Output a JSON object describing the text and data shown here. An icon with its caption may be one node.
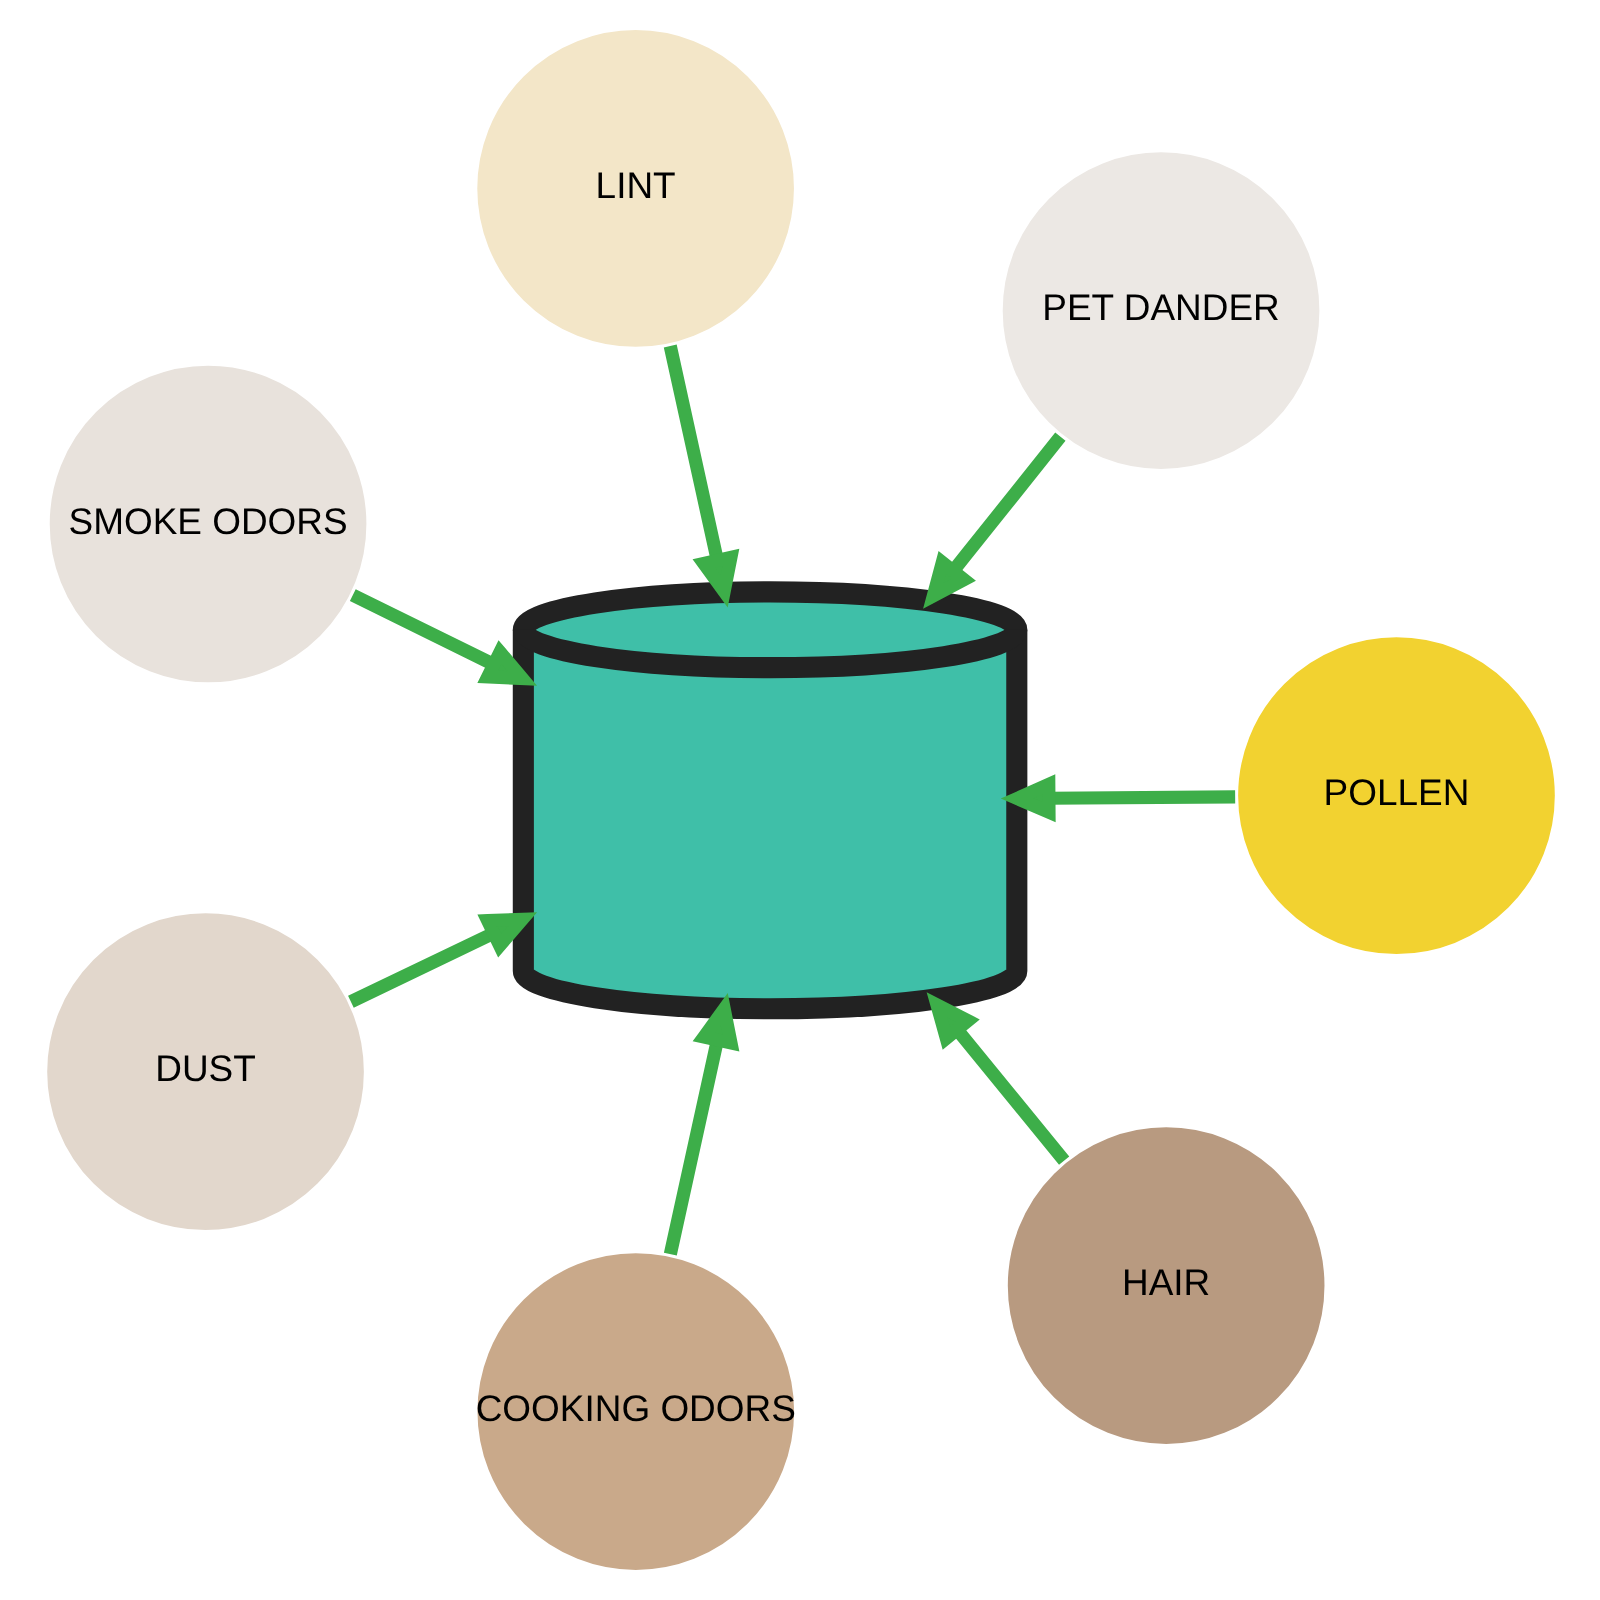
{
  "diagram": {
    "nodes": [
      {
        "text": [],
        "shape": "picture"
      },
      {
        "text": [
          "POLLEN"
        ]
      },
      {
        "text": [
          "COOKING ODORS"
        ]
      },
      {
        "text": [
          "SMOKE ODORS"
        ]
      },
      {
        "text": [
          "PET DANDER"
        ]
      },
      {
        "text": [
          "LINT"
        ]
      },
      {
        "text": [
          "DUST"
        ]
      },
      {
        "text": [
          "HAIR"
        ]
      }
    ],
    "edges": [
      {
        "from": 1,
        "to": 0,
        "arrow": "to"
      },
      {
        "from": 2,
        "to": 0,
        "arrow": "to"
      },
      {
        "from": 3,
        "to": 0,
        "arrow": "to"
      },
      {
        "from": 4,
        "to": 0,
        "arrow": "to"
      },
      {
        "from": 5,
        "to": 0,
        "arrow": "to"
      },
      {
        "from": 6,
        "to": 0,
        "arrow": "to"
      },
      {
        "from": 7,
        "to": 0,
        "arrow": "to"
      }
    ]
  }
}
